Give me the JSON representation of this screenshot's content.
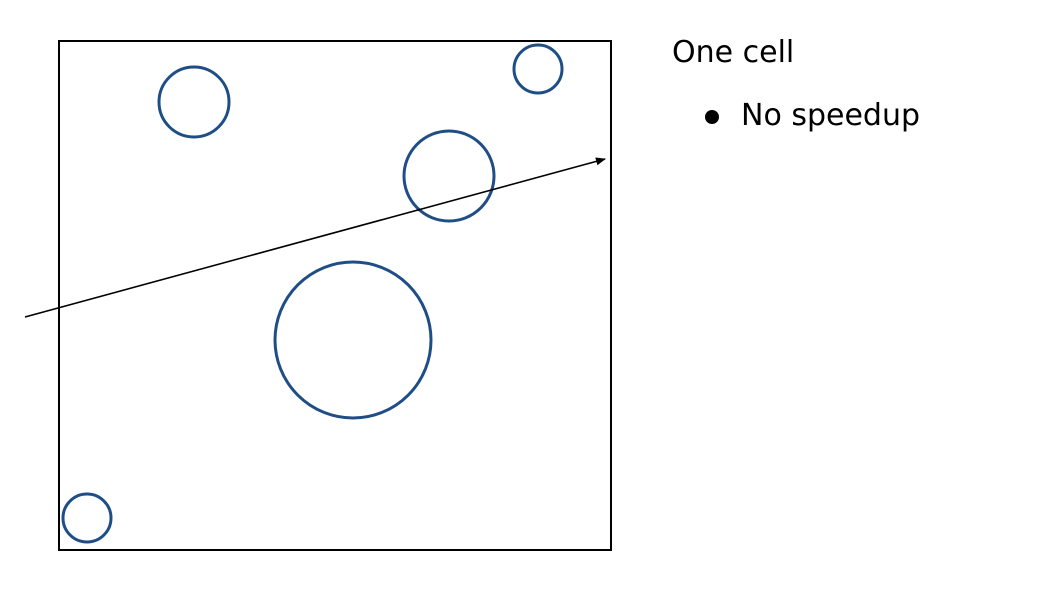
{
  "heading": "One cell",
  "bullets": [
    "No speedup"
  ],
  "colors": {
    "circle_stroke": "#1f4e86",
    "box_stroke": "#000000",
    "ray": "#000000"
  },
  "elements": {
    "cell": "grid-cell-box",
    "circles": [
      "sphere-1",
      "sphere-2",
      "sphere-3",
      "sphere-4",
      "sphere-5"
    ],
    "ray": "ray-arrow"
  }
}
